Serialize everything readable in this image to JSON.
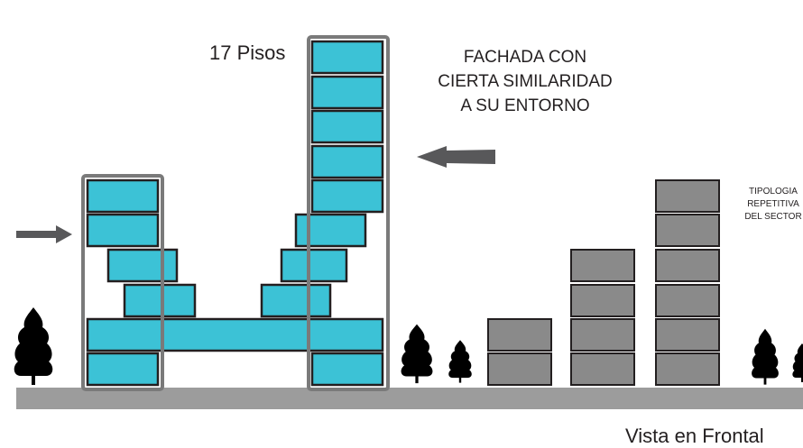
{
  "labels": {
    "floors": "17 Pisos",
    "facade": [
      "FACHADA CON",
      "CIERTA SIMILARIDAD",
      "A SU ENTORNO"
    ],
    "typology": [
      "TIPOLOGIA",
      "REPETITIVA",
      "DEL SECTOR"
    ],
    "view": "Vista en Frontal"
  },
  "colors": {
    "block": "#3cc2d6",
    "outline": "#231f20",
    "neighbor": "#8a8a8a",
    "frame": "#7a7a7a",
    "ground": "#9c9c9c",
    "tree": "#000000"
  }
}
